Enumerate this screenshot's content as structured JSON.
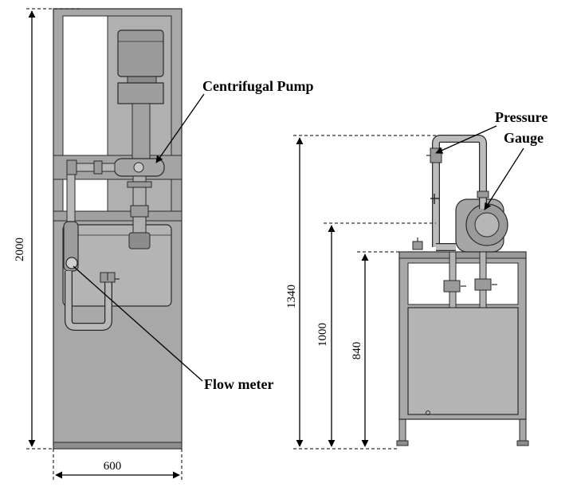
{
  "labels": {
    "centrifugal_pump": "Centrifugal Pump",
    "pressure_gauge_line1": "Pressure",
    "pressure_gauge_line2": "Gauge",
    "flow_meter": "Flow meter"
  },
  "dimensions": {
    "front_height": "2000",
    "front_width": "600",
    "side_total_height": "1340",
    "side_pipe_height": "1000",
    "side_table_height": "840"
  },
  "colors": {
    "frame": "#a8a8a8",
    "frame_dark": "#7a7a7a",
    "panel": "#b4b4b4",
    "outline": "#2a2a2a"
  }
}
